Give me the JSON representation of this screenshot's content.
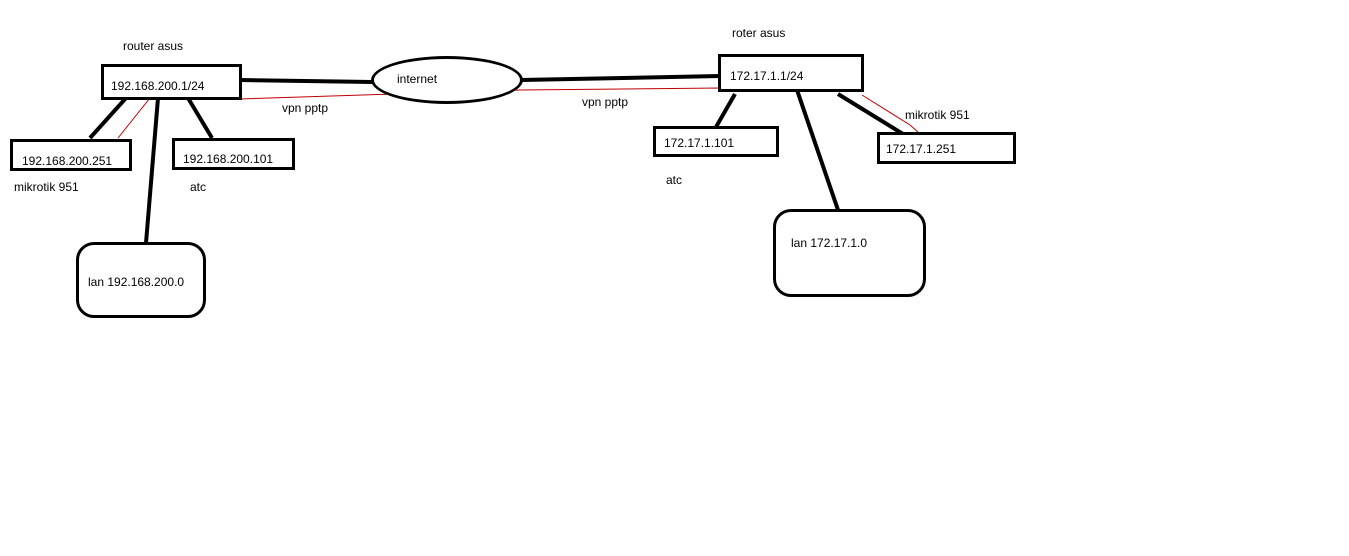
{
  "colors": {
    "line": "#000000",
    "vpn_line": "#c00000",
    "background": "#ffffff"
  },
  "left_site": {
    "router_label": "router asus",
    "router_ip": "192.168.200.1/24",
    "mikrotik_ip": "192.168.200.251",
    "mikrotik_label": "mikrotik 951",
    "atc_ip": "192.168.200.101",
    "atc_label": "atc",
    "lan_label": "lan 192.168.200.0"
  },
  "internet": {
    "label": "internet"
  },
  "vpn": {
    "left_label": "vpn pptp",
    "right_label": "vpn pptp"
  },
  "right_site": {
    "router_label": "roter asus",
    "router_ip": "172.17.1.1/24",
    "atc_ip": "172.17.1.101",
    "atc_label": "atc",
    "mikrotik_label": "mikrotik 951",
    "mikrotik_ip": "172.17.1.251",
    "lan_label": "lan 172.17.1.0"
  }
}
